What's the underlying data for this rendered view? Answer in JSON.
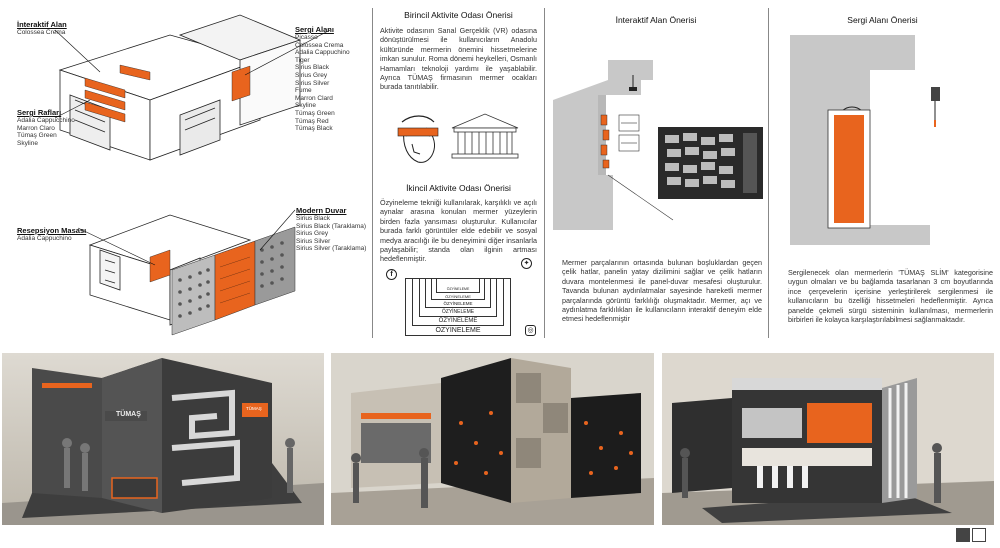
{
  "diagram1": {
    "interaktif_title": "İnteraktif Alan",
    "interaktif_items": [
      "Colossea Crema"
    ],
    "sergi_alani_title": "Sergi Alanı",
    "sergi_alani_items": [
      "Picasso",
      "Colossea Crema",
      "Adalia Cappuchino",
      "Tiger",
      "Sirius Black",
      "Sirius Grey",
      "Sirius Silver",
      "Fume",
      "Marron Clard",
      "Skyline",
      "Tümaş Green",
      "Tümaş Red",
      "Tümaş Black"
    ],
    "sergi_raflari_title": "Sergi Rafları",
    "sergi_raflari_items": [
      "Adalia Cappucchino",
      "Marron Claro",
      "Tümaş Green",
      "Skyline"
    ]
  },
  "diagram2": {
    "modern_duvar_title": "Modern Duvar",
    "modern_duvar_items": [
      "Sirius Black",
      "Sirius Black (Taraklama)",
      "Sirius Grey",
      "Sirius Silver",
      "Sirius Silver (Taraklama)"
    ],
    "resepsiyon_title": "Resepsiyon Masası",
    "resepsiyon_items": [
      "Adalia Cappuchino"
    ]
  },
  "col2": {
    "heading1": "Birincil Aktivite Odası Önerisi",
    "para1": "Aktivite odasının Sanal Gerçeklik (VR) odasına dönüştürülmesi ile kullanıcıların Anadolu kültüründe mermerin önemini hissetmelerine imkan sunulur. Roma dönemi heykelleri, Osmanlı Hamamları teknoloji yardımı ile yaşablabilir. Ayrıca TÜMAŞ firmasının mermer ocakları burada tanıtılabilir.",
    "heading2": "İkincil Aktivite Odası Önerisi",
    "para2": "Özyineleme tekniği kullanılarak, karşılıklı ve açılı aynalar arasına konulan mermer yüzeylerin birden fazla yansıması oluşturulur. Kullanıcılar burada farklı görüntüler elde edebilir ve sosyal medya aracılığı ile bu deneyimini diğer insanlarla paylaşabilir; standa olan ilginin artması hedeflenmiştir.",
    "recursion_labels": [
      "ÖZYİNELEME",
      "ÖZYİNELEME",
      "ÖZYİNELEME",
      "ÖZYİNELEME",
      "ÖZYİNELEME",
      "ÖZYİNELEME"
    ],
    "social_icons": [
      "facebook-icon",
      "twitter-icon",
      "instagram-icon"
    ]
  },
  "col3": {
    "heading": "İnteraktif Alan Önerisi",
    "para": "Mermer parçalarının ortasında bulunan boşluklardan geçen çelik hatlar, panelin yatay dizilimini sağlar ve çelik hatların duvara montelenmesi ile panel-duvar mesafesi oluşturulur. Tavanda bulunan aydınlatmalar sayesinde hareketli mermer parçalarında görüntü farklılığı oluşmaktadır. Mermer, açı ve aydınlatma farklılıkları ile kullanıcıların interaktif deneyim elde etmesi hedeflenmiştir"
  },
  "col4": {
    "heading": "Sergi Alanı Önerisi",
    "para": "Sergilenecek olan mermerlerin 'TÜMAŞ SLİM' kategorisine uygun olmaları ve bu bağlamda tasarlanan 3 cm boyutlarında ince çerçevelerin içerisine yerleştirilerek sergilenmesi ile kullanıcıların bu özelliği hissetmeleri hedeflenmiştir. Ayrıca panelde çekmeli sürgü sisteminin kullanılması, mermerlerin birbirleri ile kolayca karşılaştırılabilmesi sağlanmaktadır."
  },
  "renders": {
    "render1_brand": "TÜMAŞ",
    "render1_small": "TÜMAŞ"
  },
  "colors": {
    "orange": "#e8641e",
    "dark": "#3a3a3a",
    "grey": "#c8c8c8"
  }
}
